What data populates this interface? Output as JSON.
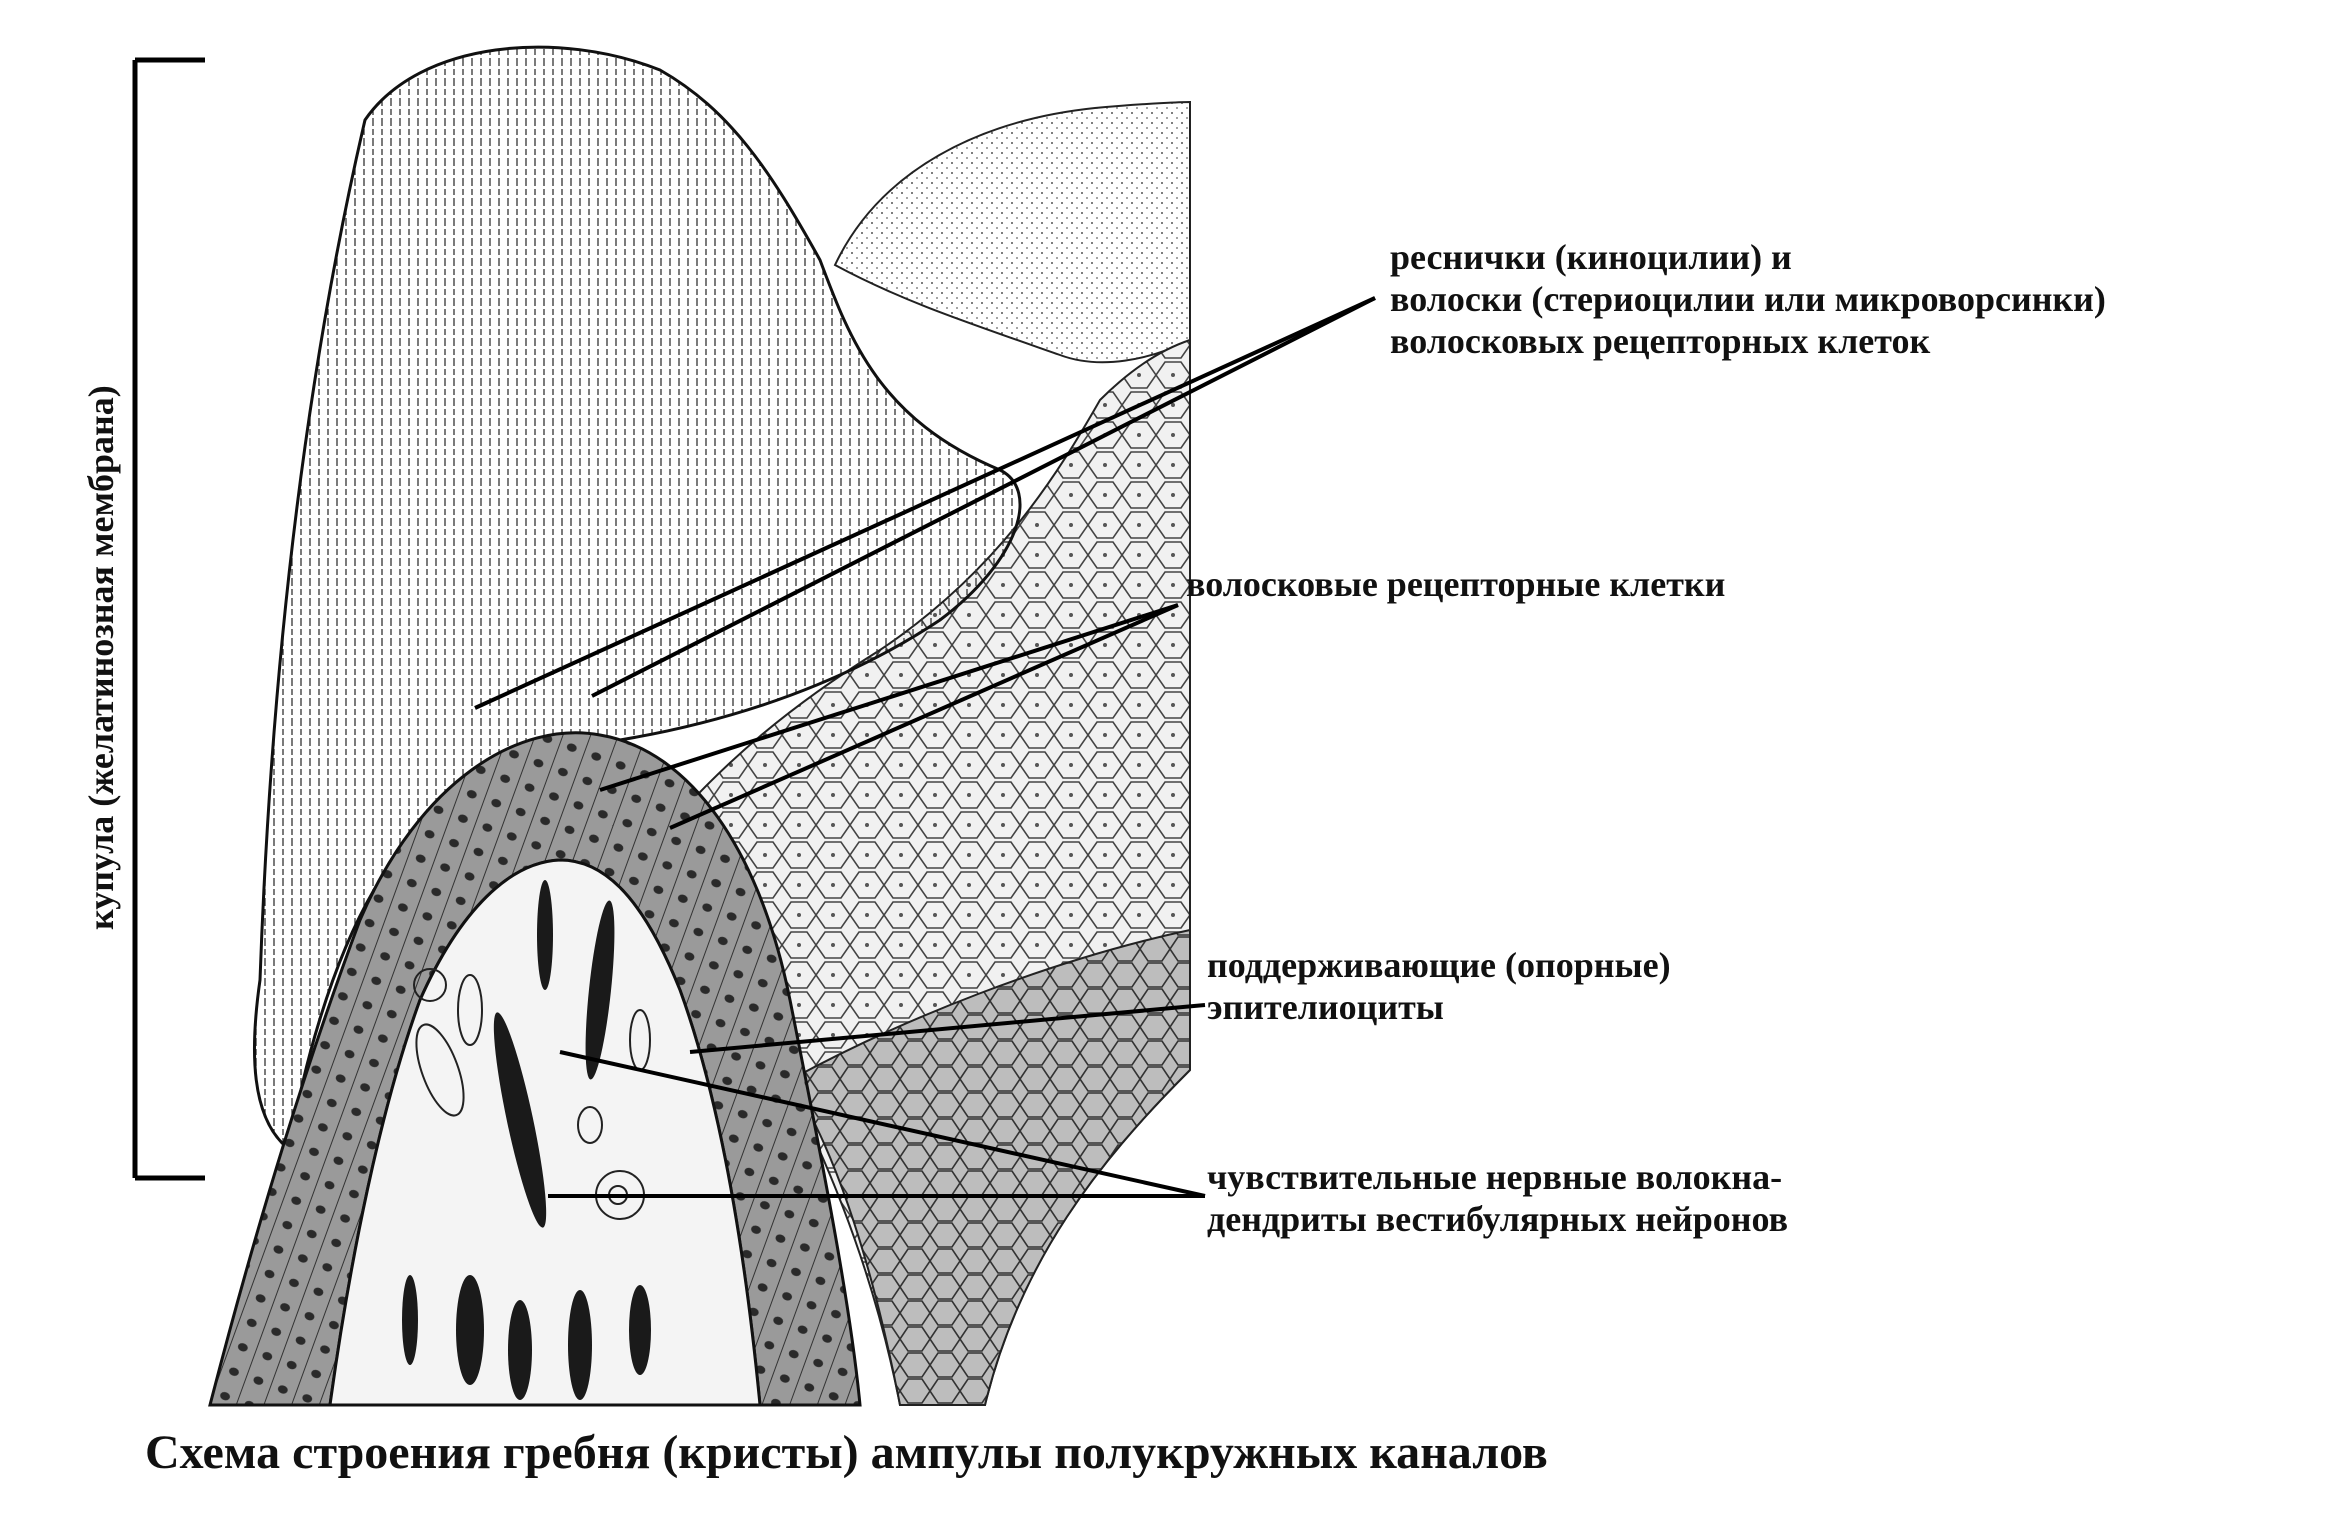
{
  "labels": {
    "cilia_line1": "реснички (киноцилии) и",
    "cilia_line2": "волоски (стериоцилии или микроворсинки)",
    "cilia_line3": "волосковых рецепторных клеток",
    "hair_cells": "волосковые рецепторные клетки",
    "support_line1": "поддерживающие (опорные)",
    "support_line2": "эпителиоциты",
    "nerve_line1": "чувствительные нервные волокна-",
    "nerve_line2": "дендриты вестибулярных нейронов"
  },
  "cupula_label": "купула (желатинозная мембрана)",
  "caption": "Схема строения гребня (кристы) ампулы полукружных каналов"
}
